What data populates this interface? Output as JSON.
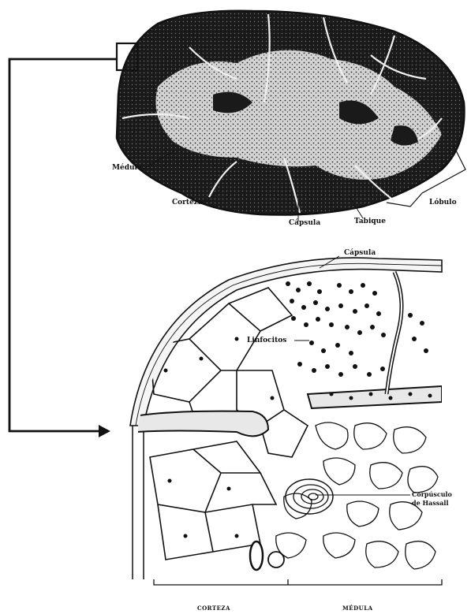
{
  "colors": {
    "ink": "#111111",
    "paper": "#ffffff",
    "dark_tissue": "#1c1c1c",
    "light_tissue": "#c9c9c9"
  },
  "labels": {
    "medula": "Médula",
    "corteza": "Corteza",
    "capsula_top": "Cápsula",
    "tabique": "Tabique",
    "lobulo": "Lóbulo",
    "capsula_bottom": "Cápsula",
    "linfocitos": "Linfocitos",
    "corpusculo_line1": "Corpúsculo",
    "corpusculo_line2": "de Hassall",
    "corteza_bottom": "CORTEZA",
    "medula_bottom": "MÉDULA"
  }
}
